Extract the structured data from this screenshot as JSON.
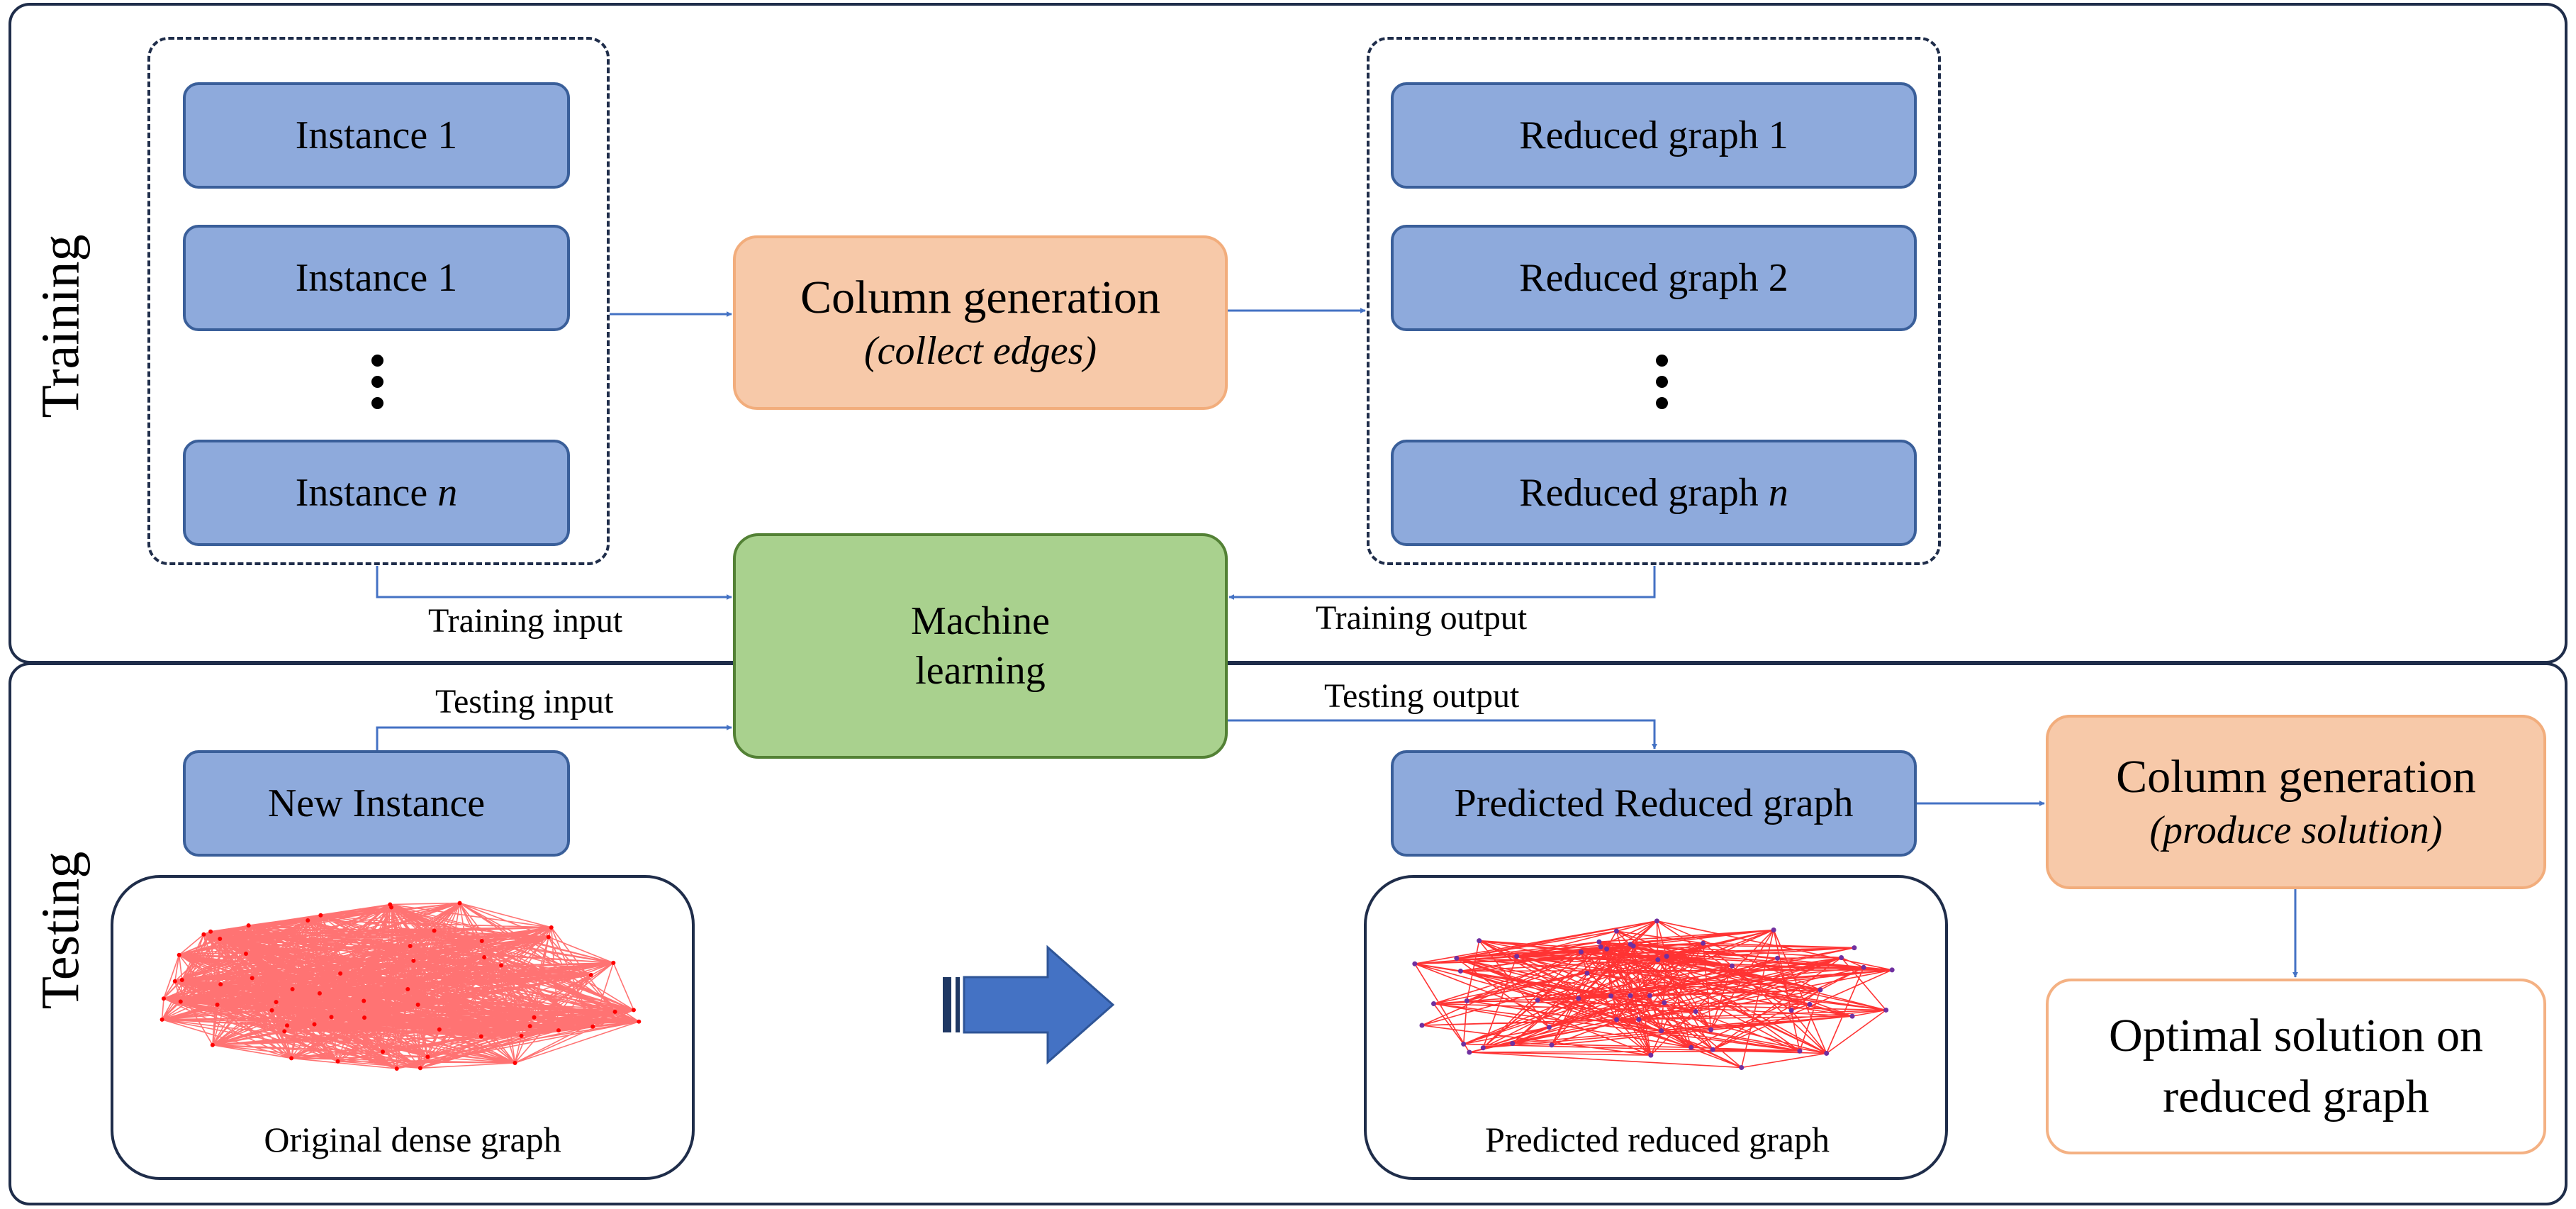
{
  "training": {
    "section_label": "Training",
    "instances": [
      "Instance 1",
      "Instance 1"
    ],
    "instance_n_prefix": "Instance ",
    "n_symbol": "n",
    "column_generation": {
      "title": "Column generation",
      "subtitle": "(collect edges)"
    },
    "reduced_graphs": [
      "Reduced graph 1",
      "Reduced graph 2"
    ],
    "reduced_graph_n_prefix": "Reduced graph ",
    "training_input_label": "Training input",
    "training_output_label": "Training output"
  },
  "machine_learning": {
    "line1": "Machine",
    "line2": "learning"
  },
  "testing": {
    "section_label": "Testing",
    "testing_input_label": "Testing input",
    "testing_output_label": "Testing output",
    "new_instance": "New Instance",
    "predicted_reduced_graph": "Predicted Reduced graph",
    "column_generation": {
      "title": "Column generation",
      "subtitle": "(produce solution)"
    },
    "optimal_solution": {
      "line1": "Optimal solution on",
      "line2": "reduced graph"
    },
    "original_graph_caption": "Original dense graph",
    "predicted_graph_caption": "Predicted reduced graph"
  },
  "colors": {
    "instance_fill": "#8eaadc",
    "column_generation_fill": "#f7c9a9",
    "machine_learning_fill": "#a9d18e",
    "arrow": "#4472c4",
    "graph_edges": "#ff0000",
    "graph_nodes": "#7030a0"
  }
}
